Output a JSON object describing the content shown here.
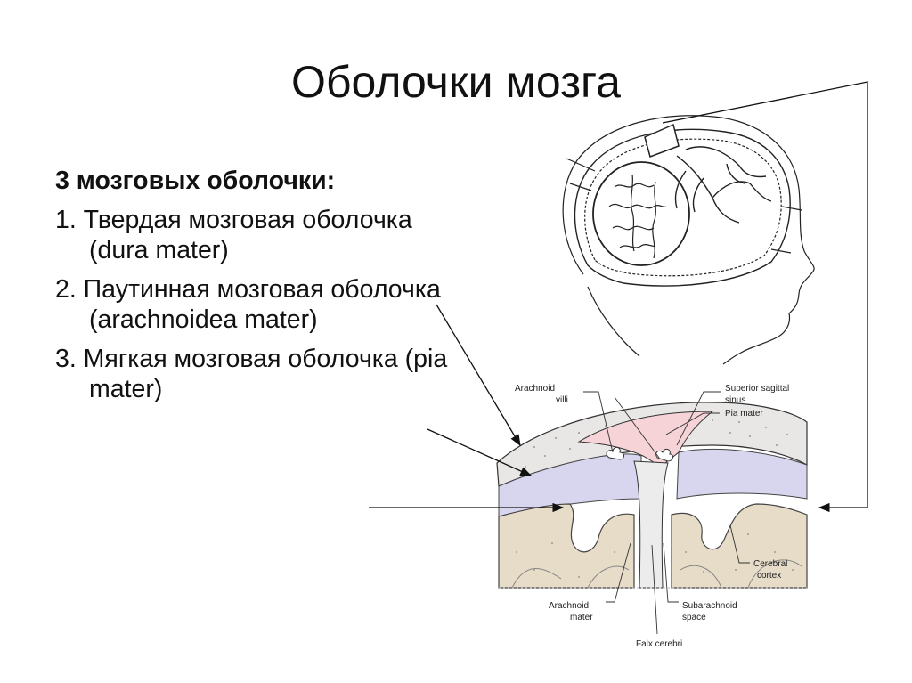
{
  "slide": {
    "title": "Оболочки мозга"
  },
  "text": {
    "heading": "3 мозговых оболочки:",
    "items": [
      "1. Твердая мозговая оболочка (dura mater)",
      "2. Паутинная мозговая оболочка (arachnoidea mater)",
      "3. Мягкая мозговая оболочка (pia mater)"
    ]
  },
  "diagram_labels": {
    "arachnoid_villi_1": "Arachnoid",
    "arachnoid_villi_2": "villi",
    "superior_sagittal_1": "Superior sagittal",
    "superior_sagittal_2": "sinus",
    "pia_mater": "Pia mater",
    "cerebral_cortex_1": "Cerebral",
    "cerebral_cortex_2": "cortex",
    "arachnoid_mater_1": "Arachnoid",
    "arachnoid_mater_2": "mater",
    "subarachnoid_1": "Subarachnoid",
    "subarachnoid_2": "space",
    "falx_cerebri": "Falx cerebri"
  },
  "colors": {
    "dura": "#e9e6e6",
    "sinus": "#f5d3d6",
    "subarachnoid": "#d8d6ee",
    "cortex": "#e7dcc8"
  }
}
